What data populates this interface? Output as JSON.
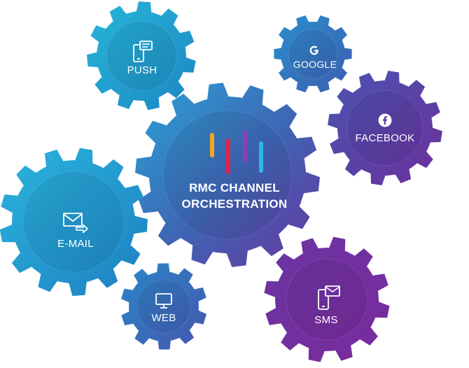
{
  "diagram": {
    "center": {
      "title_line1": "RMC CHANNEL",
      "title_line2": "ORCHESTRATION",
      "bar_colors": [
        "#f5a623",
        "#e0224e",
        "#8b3fb8",
        "#2fb6e6"
      ]
    },
    "channels": [
      {
        "id": "push",
        "label": "PUSH",
        "icon": "push-notification-icon",
        "color": "#22a6d0"
      },
      {
        "id": "google",
        "label": "GOOGLE",
        "icon": "google-icon",
        "color": "#2f7fc4"
      },
      {
        "id": "facebook",
        "label": "FACEBOOK",
        "icon": "facebook-icon",
        "color": "#5b3aa0"
      },
      {
        "id": "email",
        "label": "E-MAIL",
        "icon": "email-icon",
        "color": "#23a4d3"
      },
      {
        "id": "web",
        "label": "WEB",
        "icon": "web-monitor-icon",
        "color": "#3a6fb6"
      },
      {
        "id": "sms",
        "label": "SMS",
        "icon": "sms-icon",
        "color": "#6a2a9a"
      }
    ]
  }
}
